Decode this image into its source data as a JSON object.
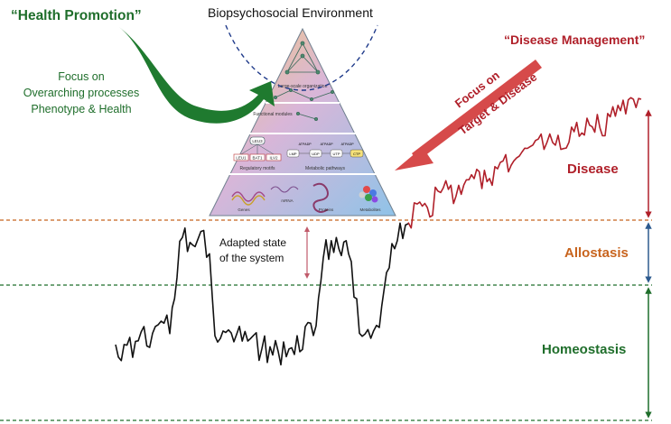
{
  "labels": {
    "health_promotion": "“Health Promotion”",
    "biopsychosocial": "Biopsychosocial Environment",
    "disease_management": "“Disease Management”",
    "focus_line1": "Focus on",
    "focus_line2": "Overarching processes",
    "focus_line3": "Phenotype & Health",
    "target_line1": "Focus on",
    "target_line2": "Target & Disease",
    "adapted_line1": "Adapted state",
    "adapted_line2": "of the system",
    "disease": "Disease",
    "allostasis": "Allostasis",
    "homeostasis": "Homeostasis"
  },
  "pyramid": {
    "levels": {
      "top": "Large-scale organization",
      "functional": "Functional modules",
      "regulatory": "Regulatory motifs",
      "metabolic": "Metabolic pathways",
      "genes": "Genes",
      "mrna": "mRNA",
      "proteins": "Proteins",
      "metabolites": "Metabolites"
    },
    "gene_boxes": [
      "LEU3",
      "LEU1",
      "BAT1",
      "ILV2"
    ],
    "molecules": [
      "LMP",
      "UDP",
      "UTP",
      "CTP",
      "ATP",
      "ADP"
    ]
  },
  "colors": {
    "green": "#1f6e2b",
    "red": "#b0202a",
    "orange": "#c8641e",
    "blue": "#2d5a8e",
    "navy": "#1f3a8a"
  }
}
